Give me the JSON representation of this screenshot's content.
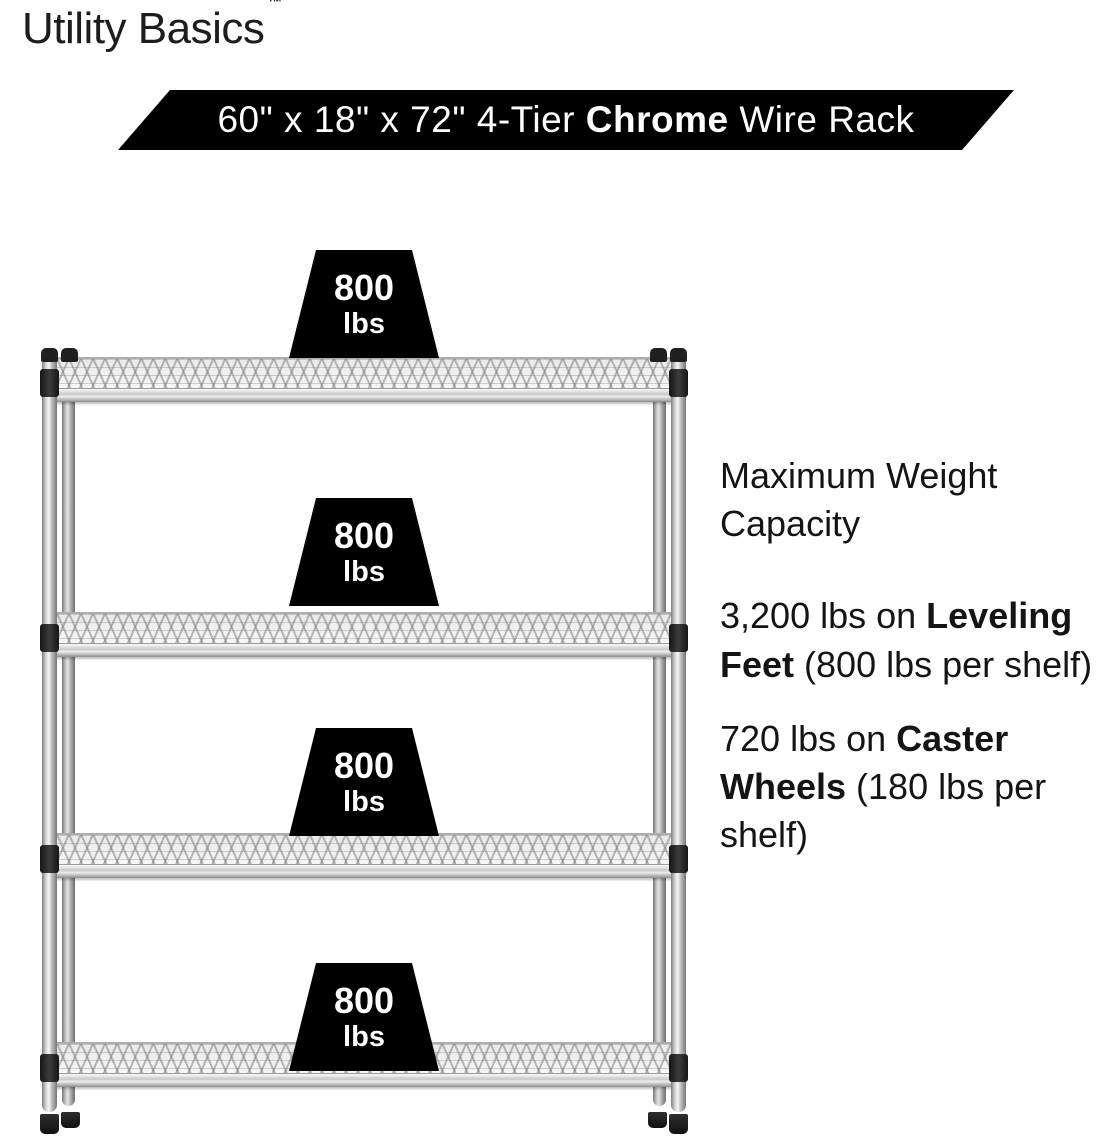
{
  "brand": {
    "name": "Utility Basics",
    "trademark": "™"
  },
  "banner": {
    "prefix": "60\" x 18\" x 72\" 4-Tier ",
    "highlight": "Chrome",
    "suffix": " Wire Rack",
    "background": "#000000",
    "text_color": "#ffffff"
  },
  "rack": {
    "tiers": 4,
    "shelf_labels": [
      {
        "value": "800",
        "unit": "lbs"
      },
      {
        "value": "800",
        "unit": "lbs"
      },
      {
        "value": "800",
        "unit": "lbs"
      },
      {
        "value": "800",
        "unit": "lbs"
      }
    ]
  },
  "info": {
    "heading": "Maximum Weight Capacity",
    "items": [
      {
        "prefix": "3,200 lbs on ",
        "bold": "Leveling Feet",
        "suffix": " (800 lbs per shelf)"
      },
      {
        "prefix": "720 lbs on ",
        "bold": "Caster Wheels",
        "suffix": " (180 lbs per shelf)"
      }
    ]
  },
  "colors": {
    "banner_bg": "#000000",
    "banner_text": "#ffffff",
    "weight_marker_bg": "#000000",
    "weight_marker_text": "#ffffff",
    "body_text": "#141414"
  }
}
